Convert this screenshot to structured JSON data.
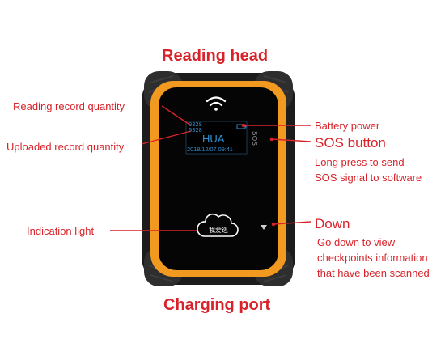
{
  "labels": {
    "reading_head": "Reading head",
    "charging_port": "Charging port",
    "reading_record_quantity": "Reading record quantity",
    "uploaded_record_quantity": "Uploaded record quantity",
    "indication_light": "Indication light",
    "battery_power": "Battery power",
    "sos_button": "SOS button",
    "sos_desc_line1": "Long press to send",
    "sos_desc_line2": "SOS signal to software",
    "down": "Down",
    "down_desc_line1": "Go down to view",
    "down_desc_line2": "checkpoints information",
    "down_desc_line3": "that have been scanned"
  },
  "screen": {
    "count_top": "0328",
    "count_bottom": "0328",
    "name": "HUA",
    "datetime": "2018/12/07 09:41"
  },
  "device": {
    "sos_text": "SOS",
    "cloud_text": "我爱巡"
  },
  "icons": [
    "wifi-icon",
    "battery-icon",
    "cloud-icon",
    "down-arrow-icon"
  ],
  "colors": {
    "label": "#d8232a",
    "body_orange": "#f29a1f",
    "bumper": "#1c1c1c",
    "screen_bg": "#000000",
    "screen_text": "#2f8fd0"
  }
}
